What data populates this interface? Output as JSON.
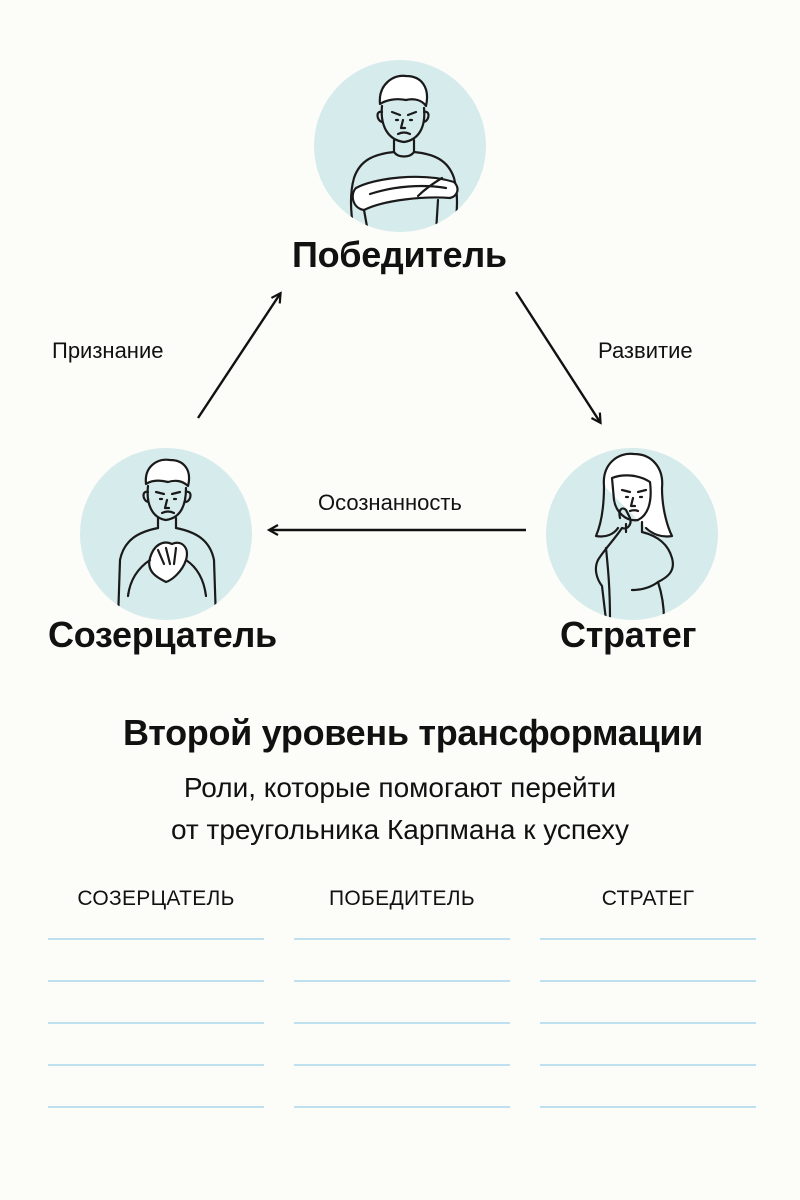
{
  "diagram": {
    "nodes": [
      {
        "id": "winner",
        "label": "Победитель",
        "icon": "man-arms-crossed-icon"
      },
      {
        "id": "contemplator",
        "label": "Созерцатель",
        "icon": "man-hands-on-chest-icon"
      },
      {
        "id": "strategist",
        "label": "Стратег",
        "icon": "woman-hand-on-chin-icon"
      }
    ],
    "edges": [
      {
        "from": "contemplator",
        "to": "winner",
        "label": "Признание"
      },
      {
        "from": "winner",
        "to": "strategist",
        "label": "Развитие"
      },
      {
        "from": "strategist",
        "to": "contemplator",
        "label": "Осознанность"
      }
    ]
  },
  "worksheet": {
    "title": "Второй уровень трансформации",
    "subtitle_line1": "Роли, которые помогают перейти",
    "subtitle_line2": "от треугольника Карпмана к успеху",
    "columns": [
      {
        "header": "СОЗЕРЦАТЕЛЬ",
        "blank_lines": 5
      },
      {
        "header": "ПОБЕДИТЕЛЬ",
        "blank_lines": 5
      },
      {
        "header": "СТРАТЕГ",
        "blank_lines": 5
      }
    ]
  },
  "colors": {
    "avatar_background": "#d6ebec",
    "line_color": "#bfe0ef",
    "text": "#111111",
    "page_background": "#fcfcf9"
  }
}
